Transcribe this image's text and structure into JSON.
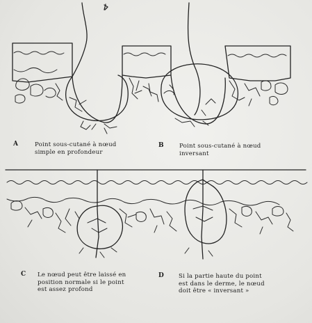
{
  "captions": {
    "A": {
      "letter": "A",
      "lines": [
        "Point sous-cutané à nœud",
        "simple en profondeur"
      ]
    },
    "B": {
      "letter": "B",
      "lines": [
        "Point sous-cutané à nœud",
        "inversant"
      ]
    },
    "C": {
      "letter": "C",
      "lines": [
        "Le nœud peut être laissé en",
        "position normale si le point",
        "est assez profond"
      ]
    },
    "D": {
      "letter": "D",
      "lines": [
        "Si la partie haute du point",
        "est dans le derme, le nœud",
        "doit être « inversant »"
      ]
    }
  },
  "colors": {
    "ink": "#222222",
    "paper": "#e9e9e6"
  }
}
